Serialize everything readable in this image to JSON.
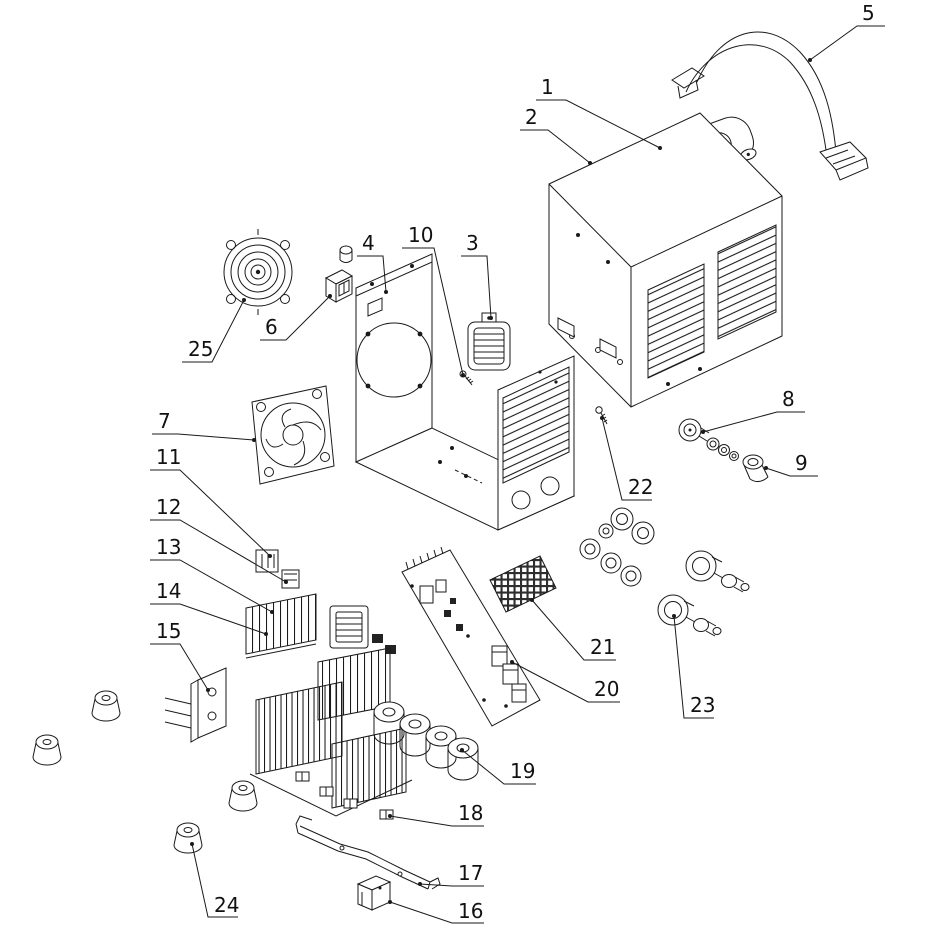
{
  "figure": {
    "type": "exploded-view parts diagram",
    "background_color": "#ffffff",
    "line_color": "#1a1a1a"
  },
  "labels": [
    {
      "text": "1",
      "part": "carry-handle"
    },
    {
      "text": "2",
      "part": "outer-cover"
    },
    {
      "text": "3",
      "part": "current-transformer"
    },
    {
      "text": "4",
      "part": "chassis-frame"
    },
    {
      "text": "5",
      "part": "shoulder-strap"
    },
    {
      "text": "6",
      "part": "power-switch"
    },
    {
      "text": "7",
      "part": "cooling-fan"
    },
    {
      "text": "8",
      "part": "potentiometer"
    },
    {
      "text": "9",
      "part": "control-knob"
    },
    {
      "text": "10",
      "part": "screw"
    },
    {
      "text": "11",
      "part": "control-transformer"
    },
    {
      "text": "12",
      "part": "relay"
    },
    {
      "text": "13",
      "part": "heatsink"
    },
    {
      "text": "14",
      "part": "heatsink-plate"
    },
    {
      "text": "15",
      "part": "mounting-bracket"
    },
    {
      "text": "16",
      "part": "terminal-block"
    },
    {
      "text": "17",
      "part": "connecting-bar"
    },
    {
      "text": "18",
      "part": "clamp"
    },
    {
      "text": "19",
      "part": "capacitors"
    },
    {
      "text": "20",
      "part": "circuit-board"
    },
    {
      "text": "21",
      "part": "rectifier-bridge"
    },
    {
      "text": "22",
      "part": "screw"
    },
    {
      "text": "23",
      "part": "output-socket"
    },
    {
      "text": "24",
      "part": "rubber-foot"
    },
    {
      "text": "25",
      "part": "fan-guard"
    }
  ]
}
